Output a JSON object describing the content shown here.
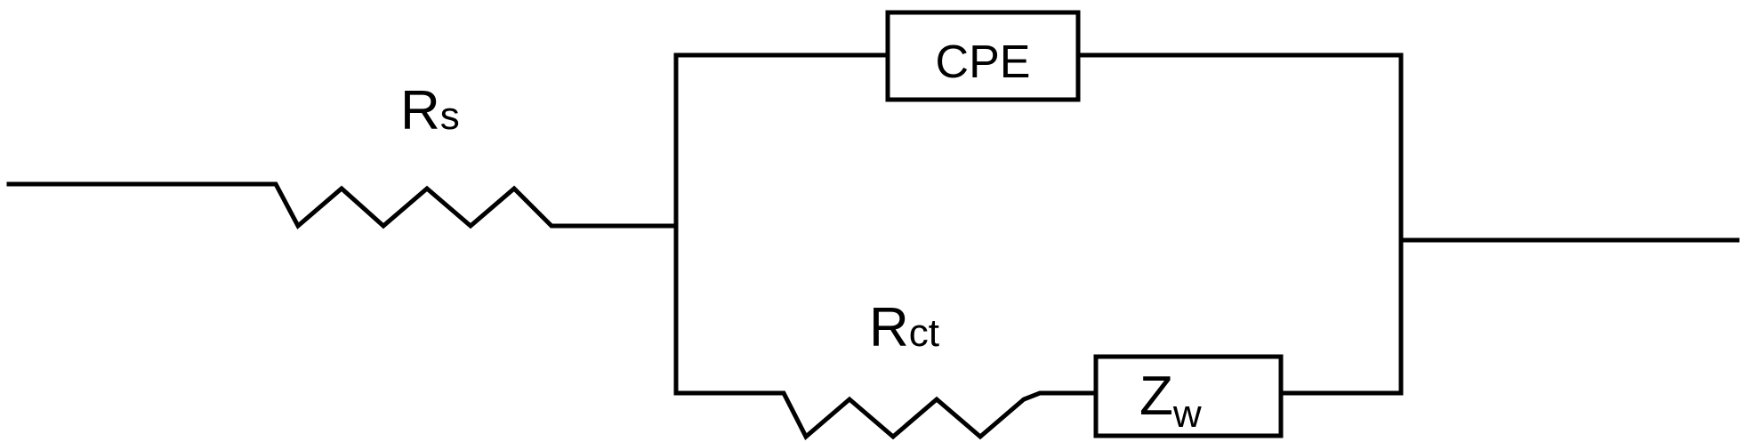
{
  "diagram": {
    "type": "equivalent-circuit",
    "components": {
      "series_resistor": {
        "symbol": "resistor-zigzag-icon",
        "label_main": "R",
        "label_small": "s"
      },
      "cpe": {
        "symbol": "box",
        "label": "CPE"
      },
      "charge_transfer_resistor": {
        "symbol": "resistor-zigzag-icon",
        "label_main": "R",
        "label_small": "ct"
      },
      "warburg": {
        "symbol": "box",
        "label_main": "Z",
        "label_sub": "w"
      }
    },
    "line_color": "#000000",
    "background": "#ffffff"
  }
}
